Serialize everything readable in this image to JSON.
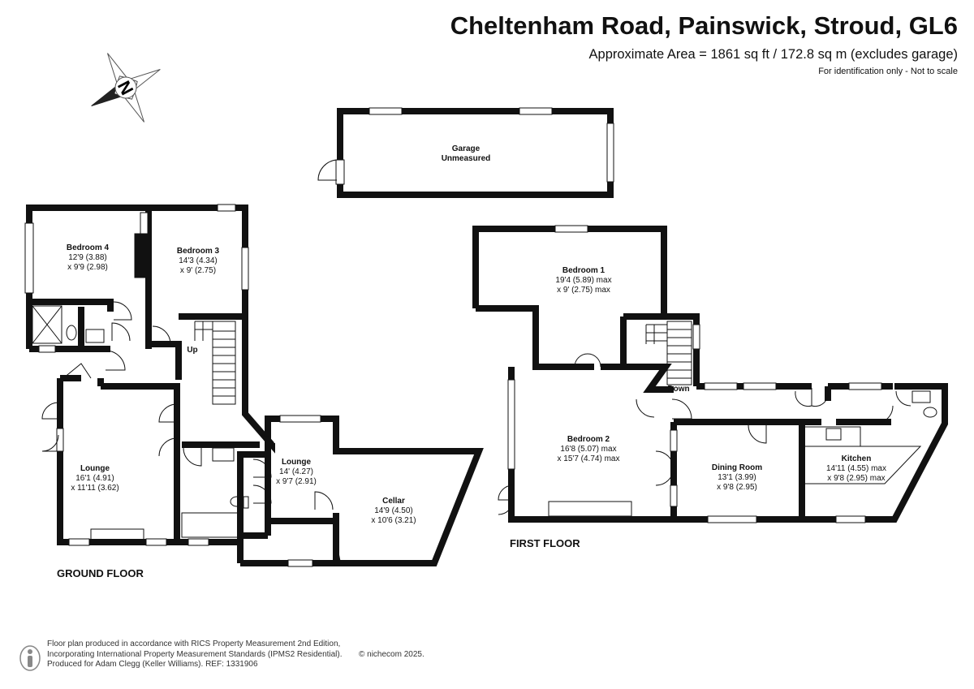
{
  "header": {
    "title": "Cheltenham Road, Painswick, Stroud, GL6",
    "area": "Approximate Area = 1861 sq ft / 172.8 sq m (excludes garage)",
    "identification": "For identification only - Not to scale"
  },
  "compass": {
    "letter": "N",
    "icon": "north-arrow-compass-icon"
  },
  "floors": {
    "ground": "GROUND FLOOR",
    "first": "FIRST FLOOR"
  },
  "rooms": {
    "garage": {
      "name": "Garage",
      "size": "Unmeasured"
    },
    "bedroom4": {
      "name": "Bedroom 4",
      "dim1": "12'9 (3.88)",
      "dim2": "x 9'9 (2.98)"
    },
    "bedroom3": {
      "name": "Bedroom 3",
      "dim1": "14'3 (4.34)",
      "dim2": "x 9' (2.75)"
    },
    "lounge_main": {
      "name": "Lounge",
      "dim1": "16'1 (4.91)",
      "dim2": "x 11'11 (3.62)"
    },
    "lounge_small": {
      "name": "Lounge",
      "dim1": "14' (4.27)",
      "dim2": "x 9'7 (2.91)"
    },
    "cellar": {
      "name": "Cellar",
      "dim1": "14'9 (4.50)",
      "dim2": "x 10'6 (3.21)"
    },
    "bedroom1": {
      "name": "Bedroom 1",
      "dim1": "19'4 (5.89) max",
      "dim2": "x 9' (2.75) max"
    },
    "bedroom2": {
      "name": "Bedroom 2",
      "dim1": "16'8 (5.07) max",
      "dim2": "x 15'7 (4.74) max"
    },
    "dining": {
      "name": "Dining Room",
      "dim1": "13'1 (3.99)",
      "dim2": "x 9'8 (2.95)"
    },
    "kitchen": {
      "name": "Kitchen",
      "dim1": "14'11 (4.55) max",
      "dim2": "x 9'8 (2.95) max"
    }
  },
  "stairs": {
    "up": "Up",
    "down": "Down"
  },
  "footer": {
    "line1": "Floor plan produced in accordance with RICS Property Measurement 2nd Edition,",
    "line2": "Incorporating International Property Measurement Standards (IPMS2 Residential).",
    "copyright": "© nichecom 2025.",
    "line3": "Produced for Adam Clegg (Keller Williams).   REF: 1331906",
    "icon": "person-info-icon"
  }
}
